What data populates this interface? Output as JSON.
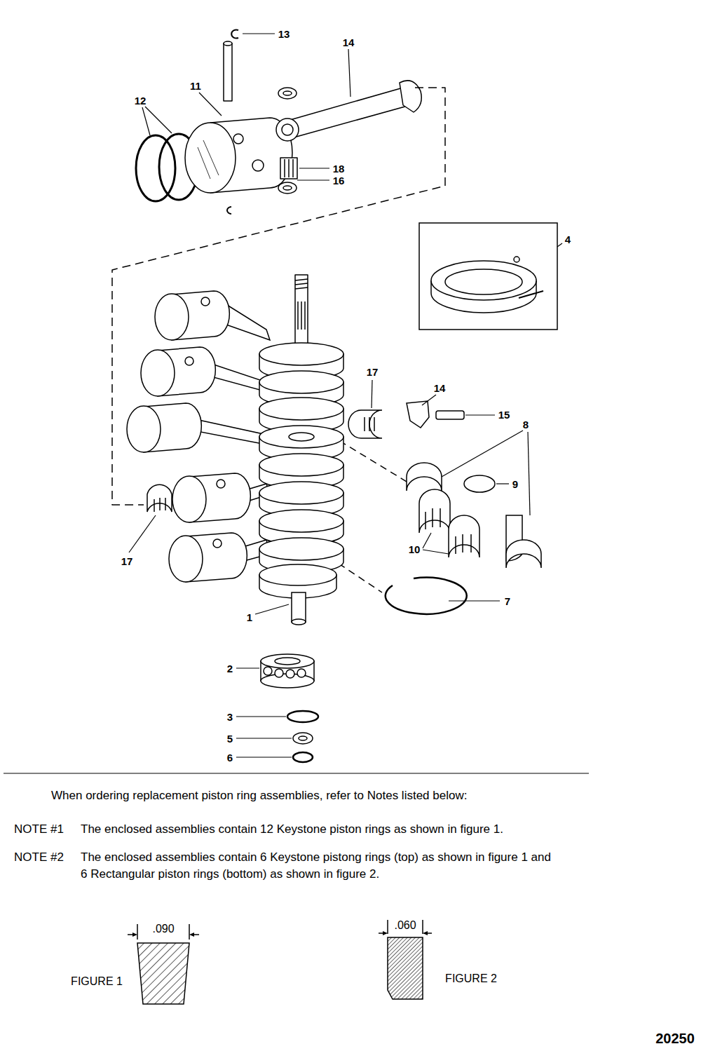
{
  "diagram": {
    "labels": [
      "13",
      "14",
      "11",
      "12",
      "18",
      "16",
      "4",
      "17",
      "14",
      "15",
      "8",
      "9",
      "10",
      "17",
      "7",
      "1",
      "2",
      "3",
      "5",
      "6",
      "When ordering replacement piston ring assemblies, refer to Notes listed below:",
      "NOTE #1",
      "The enclosed assemblies contain 12 Keystone piston rings as shown in figure 1.",
      "NOTE #2",
      "The enclosed assemblies contain 6 Keystone pistong rings (top) as shown in figure 1 and 6 Rectangular piston rings (bottom) as shown in figure 2.",
      ".090",
      "FIGURE 1",
      ".060",
      "FIGURE 2",
      "20250"
    ]
  }
}
